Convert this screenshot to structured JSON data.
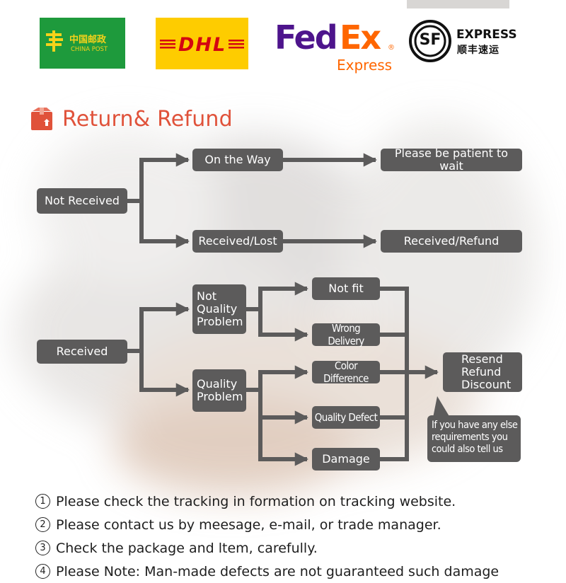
{
  "header": {
    "title": "Return& Refund",
    "icon": "box-icon",
    "accent_color": "#e0523a"
  },
  "logos": {
    "china_post": {
      "cn": "中国邮政",
      "en": "CHINA POST",
      "bg": "#1e9a3c",
      "fg": "#f5d21a"
    },
    "dhl": {
      "text": "DHL",
      "bg": "#fecc00",
      "fg": "#d40511"
    },
    "fedex": {
      "fed": "Fed",
      "ex": "Ex",
      "sub": "Express",
      "purple": "#4d148c",
      "orange": "#ff6600"
    },
    "sf": {
      "mark": "SF",
      "en": "EXPRESS",
      "cn": "顺丰速运"
    }
  },
  "flow": {
    "not_received": "Not Received",
    "on_the_way": "On the Way",
    "patient": "Please be patient to wait",
    "received_lost": "Received/Lost",
    "received_refund": "Received/Refund",
    "received": "Received",
    "not_quality": "Not\nQuality\nProblem",
    "quality": "Quality\nProblem",
    "not_fit": "Not fit",
    "wrong_delivery": "Wrong Delivery",
    "color_difference": "Color Difference",
    "quality_defect": "Quality Defect",
    "damage": "Damage",
    "outcome": "Resend\nRefund\nDiscount",
    "bubble": "If you have any else\nrequirements you\ncould also tell us"
  },
  "notes": [
    {
      "num": "1",
      "text": "Please check the tracking in formation on tracking website."
    },
    {
      "num": "2",
      "text": "Please contact us by meesage, e-mail, or trade manager."
    },
    {
      "num": "3",
      "text": "Check the package and ltem, carefully."
    },
    {
      "num": "4",
      "text": "Please Note: Man-made defects  are not guaranteed such damage"
    }
  ]
}
